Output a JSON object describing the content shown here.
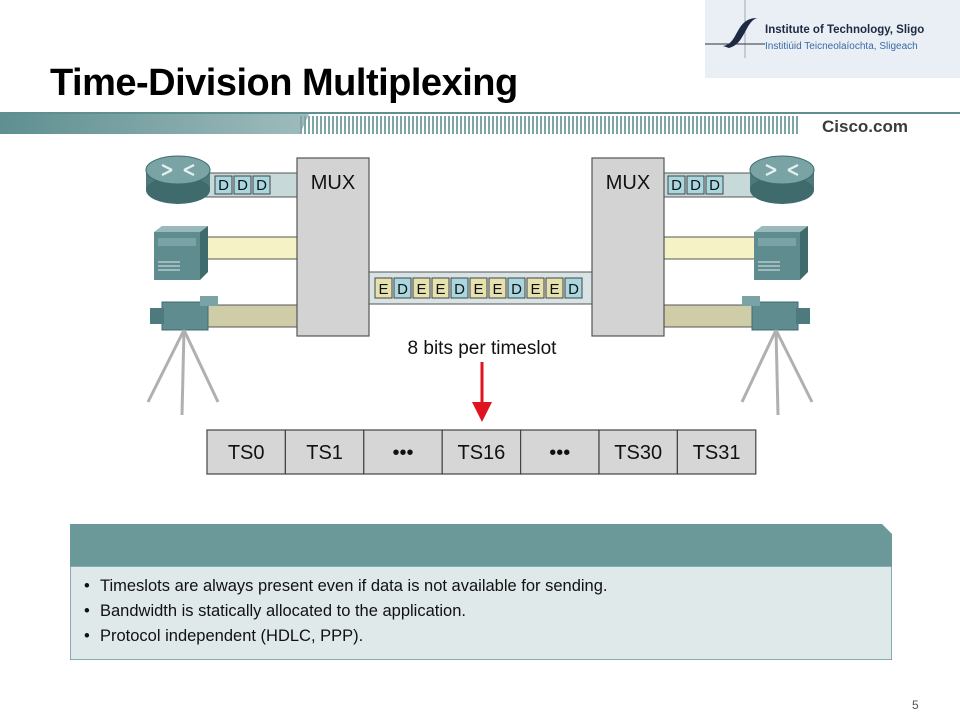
{
  "header": {
    "title": "Time-Division Multiplexing",
    "institute_name": "Institute of Technology, Sligo",
    "institute_irish": "Institiúid Teicneolaíochta, Sligeach",
    "cisco": "Cisco.com"
  },
  "diagram": {
    "mux_label": "MUX",
    "left_frame_letters": [
      "D",
      "D",
      "D"
    ],
    "right_frame_letters": [
      "D",
      "D",
      "D"
    ],
    "trunk_frame_letters": [
      "E",
      "D",
      "E",
      "E",
      "D",
      "E",
      "E",
      "D",
      "E",
      "E",
      "D"
    ],
    "caption": "8 bits per timeslot",
    "timeslots": [
      "TS0",
      "TS1",
      "•••",
      "TS16",
      "•••",
      "TS30",
      "TS31"
    ],
    "colors": {
      "mux_fill": "#d3d3d3",
      "voice_line": "#c7d9d9",
      "data_line": "#f5f3c6",
      "video_line": "#cfcca8",
      "frame_d": "#a9d7e0",
      "frame_e": "#e6e2b0",
      "arrow": "#e0141e",
      "device": "#5f8c8e",
      "timeslot_fill": "#d6d6d6"
    },
    "icons": [
      "router-icon",
      "server-icon",
      "video-camera-icon"
    ]
  },
  "notes": {
    "bullets": [
      "Timeslots are always present even if data is not available for sending.",
      "Bandwidth is statically allocated to the application.",
      "Protocol independent (HDLC, PPP)."
    ],
    "header_color": "#6b9999",
    "body_color": "#dfe9ea"
  },
  "footer": {
    "page": "5"
  }
}
